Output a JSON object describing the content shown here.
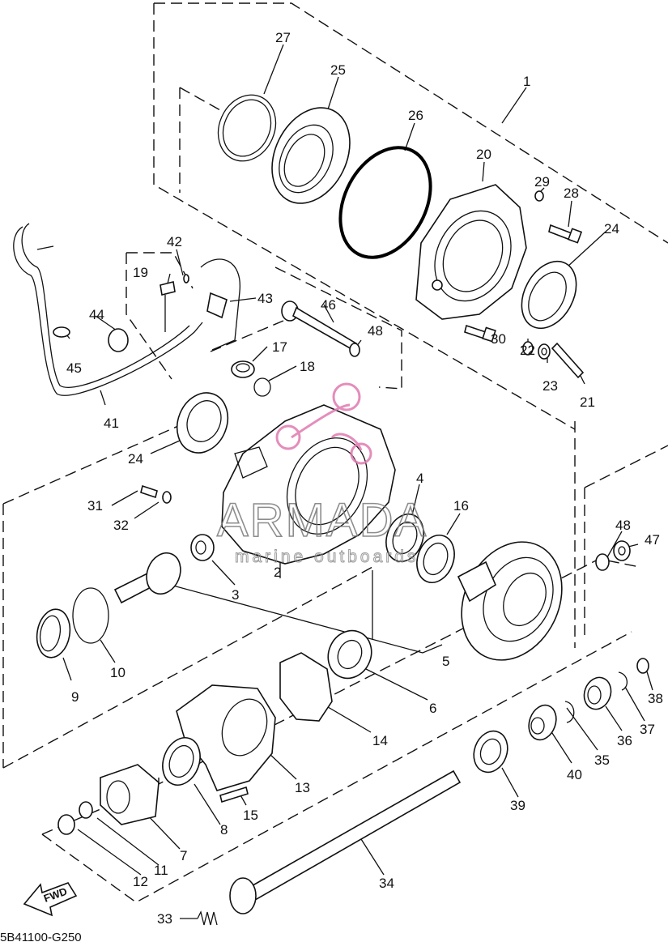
{
  "diagram": {
    "part_code": "5B41100-G250",
    "forward_marker": "FWD",
    "watermark": {
      "brand": "ARMADA",
      "tagline": "marine outboards",
      "logo_color": "#e07ab0"
    },
    "callouts": [
      {
        "id": "c1",
        "text": "1"
      },
      {
        "id": "c2",
        "text": "2"
      },
      {
        "id": "c3",
        "text": "3"
      },
      {
        "id": "c4",
        "text": "4"
      },
      {
        "id": "c5",
        "text": "5"
      },
      {
        "id": "c6",
        "text": "6"
      },
      {
        "id": "c7",
        "text": "7"
      },
      {
        "id": "c8",
        "text": "8"
      },
      {
        "id": "c9",
        "text": "9"
      },
      {
        "id": "c10",
        "text": "10"
      },
      {
        "id": "c11",
        "text": "11"
      },
      {
        "id": "c12",
        "text": "12"
      },
      {
        "id": "c13",
        "text": "13"
      },
      {
        "id": "c14",
        "text": "14"
      },
      {
        "id": "c15",
        "text": "15"
      },
      {
        "id": "c16",
        "text": "16"
      },
      {
        "id": "c17",
        "text": "17"
      },
      {
        "id": "c18",
        "text": "18"
      },
      {
        "id": "c19",
        "text": "19"
      },
      {
        "id": "c20",
        "text": "20"
      },
      {
        "id": "c21",
        "text": "21"
      },
      {
        "id": "c22",
        "text": "22"
      },
      {
        "id": "c23",
        "text": "23"
      },
      {
        "id": "c24a",
        "text": "24"
      },
      {
        "id": "c24b",
        "text": "24"
      },
      {
        "id": "c25",
        "text": "25"
      },
      {
        "id": "c26",
        "text": "26"
      },
      {
        "id": "c27",
        "text": "27"
      },
      {
        "id": "c28",
        "text": "28"
      },
      {
        "id": "c29",
        "text": "29"
      },
      {
        "id": "c30",
        "text": "30"
      },
      {
        "id": "c31",
        "text": "31"
      },
      {
        "id": "c32",
        "text": "32"
      },
      {
        "id": "c33",
        "text": "33"
      },
      {
        "id": "c34",
        "text": "34"
      },
      {
        "id": "c35",
        "text": "35"
      },
      {
        "id": "c36",
        "text": "36"
      },
      {
        "id": "c37",
        "text": "37"
      },
      {
        "id": "c38",
        "text": "38"
      },
      {
        "id": "c39",
        "text": "39"
      },
      {
        "id": "c40",
        "text": "40"
      },
      {
        "id": "c41",
        "text": "41"
      },
      {
        "id": "c42",
        "text": "42"
      },
      {
        "id": "c43",
        "text": "43"
      },
      {
        "id": "c44",
        "text": "44"
      },
      {
        "id": "c45",
        "text": "45"
      },
      {
        "id": "c46",
        "text": "46"
      },
      {
        "id": "c47",
        "text": "47"
      },
      {
        "id": "c48a",
        "text": "48"
      },
      {
        "id": "c48b",
        "text": "48"
      }
    ]
  }
}
